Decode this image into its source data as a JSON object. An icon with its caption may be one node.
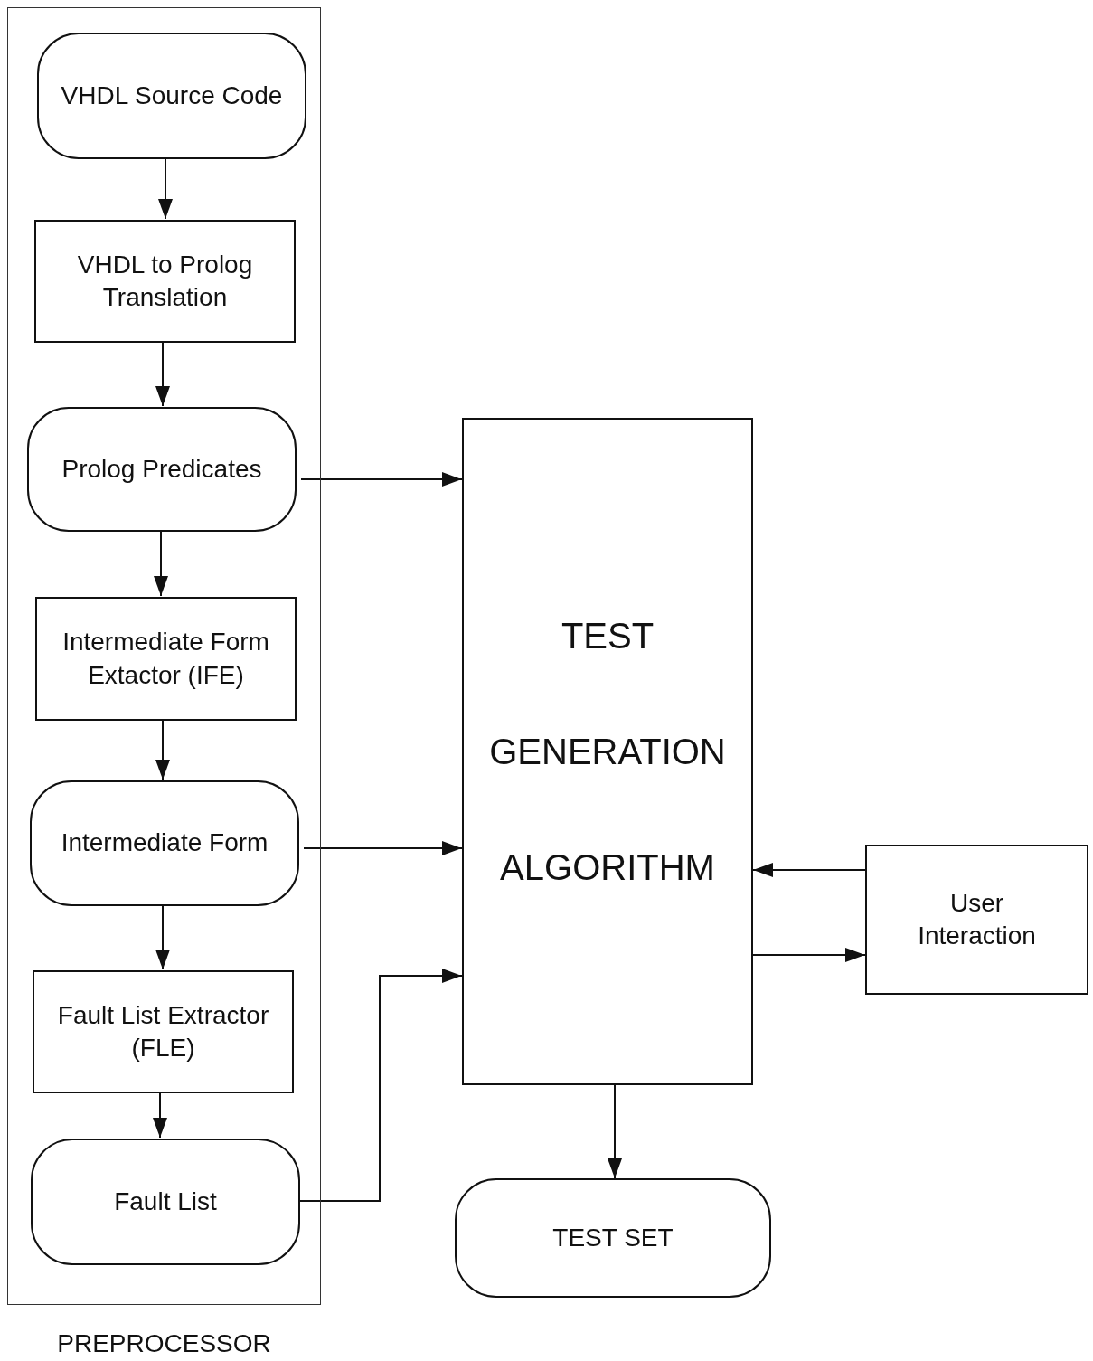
{
  "diagram": {
    "nodes": [
      {
        "text": [
          "PREPROCESSOR"
        ]
      },
      {
        "text": [
          "VHDL Source Code"
        ],
        "in": 0
      },
      {
        "text": [
          "VHDL to Prolog Translation"
        ],
        "in": 0
      },
      {
        "text": [
          "Prolog Predicates"
        ],
        "in": 0
      },
      {
        "text": [
          "Intermediate Form Extactor (IFE)"
        ],
        "in": 0
      },
      {
        "text": [
          "Intermediate Form"
        ],
        "in": 0
      },
      {
        "text": [
          "Fault List Extractor (FLE)"
        ],
        "in": 0
      },
      {
        "text": [
          "Fault List"
        ],
        "in": 0
      },
      {
        "text": [
          "TEST",
          "GENERATION",
          "ALGORITHM"
        ]
      },
      {
        "text": [
          "User Interaction"
        ]
      },
      {
        "text": [
          "TEST SET"
        ]
      }
    ],
    "edges": [
      {
        "from": 1,
        "to": 2,
        "arrow": "to"
      },
      {
        "from": 2,
        "to": 3,
        "arrow": "to"
      },
      {
        "from": 3,
        "to": 4,
        "arrow": "to"
      },
      {
        "from": 4,
        "to": 5,
        "arrow": "to"
      },
      {
        "from": 5,
        "to": 6,
        "arrow": "to"
      },
      {
        "from": 6,
        "to": 7,
        "arrow": "to"
      },
      {
        "from": 3,
        "to": 8,
        "arrow": "to"
      },
      {
        "from": 5,
        "to": 8,
        "arrow": "to"
      },
      {
        "from": 7,
        "to": 8,
        "arrow": "to"
      },
      {
        "from": 9,
        "to": 8,
        "arrow": "to"
      },
      {
        "from": 8,
        "to": 9,
        "arrow": "to"
      },
      {
        "from": 8,
        "to": 10,
        "arrow": "to"
      }
    ]
  }
}
